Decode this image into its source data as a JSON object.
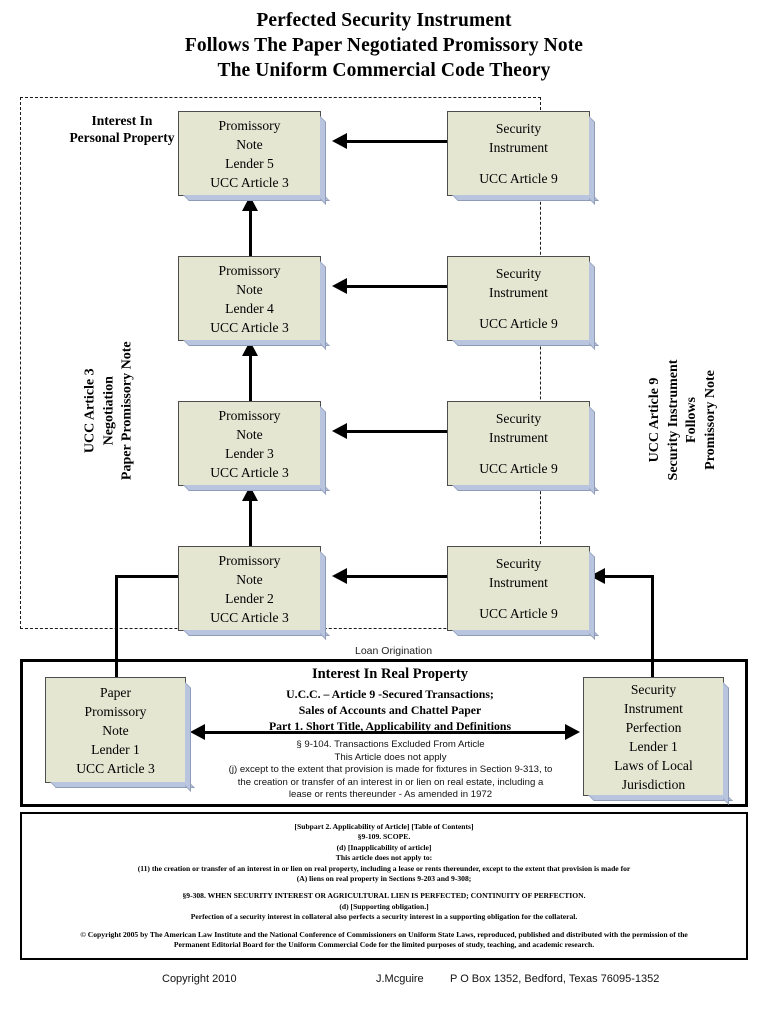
{
  "title": {
    "line1": "Perfected Security Instrument",
    "line2": "Follows The Paper Negotiated Promissory Note",
    "line3": "The Uniform Commercial Code Theory"
  },
  "regions": {
    "personal_property_label": {
      "line1": "Interest In",
      "line2": "Personal Property"
    },
    "loan_origination_label": "Loan Origination"
  },
  "side_captions": {
    "left": {
      "line1": "UCC Article 3",
      "line2": "Negotiation",
      "line3": "Paper Promissory Note"
    },
    "right": {
      "line1": "UCC Article 9",
      "line2": "Security Instrument",
      "line3": "Follows",
      "line4": "Promissory Note"
    }
  },
  "notes": [
    {
      "id": "lender5",
      "l1": "Promissory",
      "l2": "Note",
      "l3": "Lender 5",
      "l4": "UCC Article 3"
    },
    {
      "id": "lender4",
      "l1": "Promissory",
      "l2": "Note",
      "l3": "Lender 4",
      "l4": "UCC Article 3"
    },
    {
      "id": "lender3",
      "l1": "Promissory",
      "l2": "Note",
      "l3": "Lender 3",
      "l4": "UCC Article 3"
    },
    {
      "id": "lender2",
      "l1": "Promissory",
      "l2": "Note",
      "l3": "Lender 2",
      "l4": "UCC Article 3"
    }
  ],
  "security_instruments": [
    {
      "id": "si5",
      "l1": "Security",
      "l2": "Instrument",
      "l3": "UCC Article 9"
    },
    {
      "id": "si4",
      "l1": "Security",
      "l2": "Instrument",
      "l3": "UCC Article 9"
    },
    {
      "id": "si3",
      "l1": "Security",
      "l2": "Instrument",
      "l3": "UCC Article 9"
    },
    {
      "id": "si2",
      "l1": "Security",
      "l2": "Instrument",
      "l3": "UCC Article 9"
    }
  ],
  "origination": {
    "paper_note": {
      "l1": "Paper",
      "l2": "Promissory",
      "l3": "Note",
      "l4": "Lender 1",
      "l5": "UCC Article 3"
    },
    "perfection": {
      "l1": "Security",
      "l2": "Instrument",
      "l3": "Perfection",
      "l4": "Lender 1",
      "l5": "Laws of Local",
      "l6": "Jurisdiction"
    }
  },
  "real_property": {
    "heading": "Interest In Real Property",
    "sub1": "U.C.C. – Article 9 -Secured Transactions;",
    "sub2": "Sales of Accounts and Chattel Paper",
    "sub3": "Part 1. Short Title, Applicability and Definitions",
    "fine1": "§ 9-104. Transactions Excluded From Article",
    "fine2": "This Article does not apply",
    "fine3": "(j) except to the extent that provision is made for fixtures in Section 9-313, to",
    "fine4": "the creation or transfer of an interest in or lien on real estate, including a",
    "fine5": "lease or rents thereunder - As amended in 1972"
  },
  "legal": {
    "a1": "[Subpart 2. Applicability of Article] [Table of Contents]",
    "a2": "§9-109. SCOPE.",
    "a3": "(d) [Inapplicability of article]",
    "a4": "This article does not apply to:",
    "a5": "(11) the creation or transfer of an interest in or lien on real property, including a lease or rents thereunder, except to the extent that provision is made for",
    "a6": "(A) liens on real property in Sections 9-203 and 9-308;",
    "b1": "§9-308. WHEN SECURITY INTEREST OR AGRICULTURAL LIEN IS PERFECTED; CONTINUITY OF PERFECTION.",
    "b2": "(d) [Supporting obligation.]",
    "b3": "Perfection of a security interest in collateral also perfects a security interest in a supporting obligation for the collateral.",
    "c1": "© Copyright 2005 by The American Law Institute and the National Conference of Commissioners on Uniform State Laws, reproduced, published and distributed with the permission of the",
    "c2": "Permanent Editorial Board for the Uniform Commercial Code for the limited purposes of study, teaching, and academic research."
  },
  "footer": {
    "copyright": "Copyright  2010",
    "author": "J.Mcguire",
    "address": "P O Box 1352, Bedford, Texas 76095-1352"
  },
  "colors": {
    "box_fill": "#e4e6d2",
    "box_border": "#4d4d4d",
    "shadow": "#b9c4de",
    "line": "#000000"
  }
}
